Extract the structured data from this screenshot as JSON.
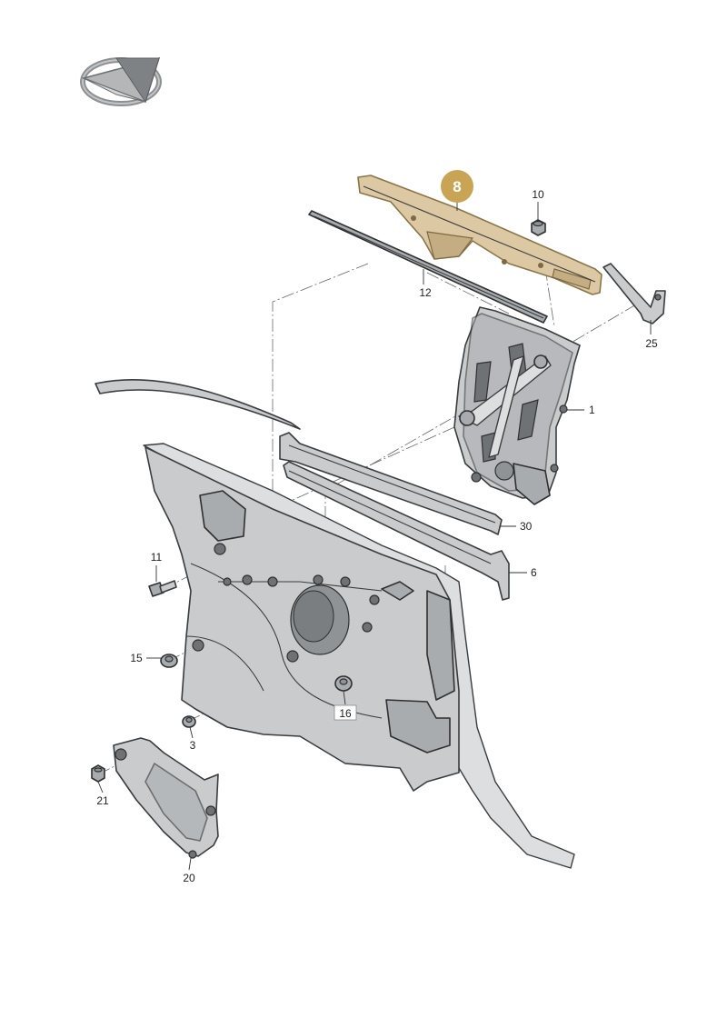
{
  "callouts": [
    {
      "id": "8",
      "text": "8",
      "highlighted": true
    },
    {
      "id": "10",
      "text": "10"
    },
    {
      "id": "12",
      "text": "12"
    },
    {
      "id": "25",
      "text": "25"
    },
    {
      "id": "1",
      "text": "1"
    },
    {
      "id": "30",
      "text": "30"
    },
    {
      "id": "6",
      "text": "6"
    },
    {
      "id": "11",
      "text": "11"
    },
    {
      "id": "15",
      "text": "15"
    },
    {
      "id": "16",
      "text": "16",
      "boxed": true
    },
    {
      "id": "3",
      "text": "3"
    },
    {
      "id": "21",
      "text": "21"
    },
    {
      "id": "20",
      "text": "20"
    }
  ],
  "colors": {
    "highlight_badge": "#c9a455",
    "highlight_part": "#dcc9a4",
    "part_fill": "#c9cbcd",
    "outline": "#3a3c3e"
  },
  "icons": {
    "logo": "brand-emblem-icon"
  }
}
